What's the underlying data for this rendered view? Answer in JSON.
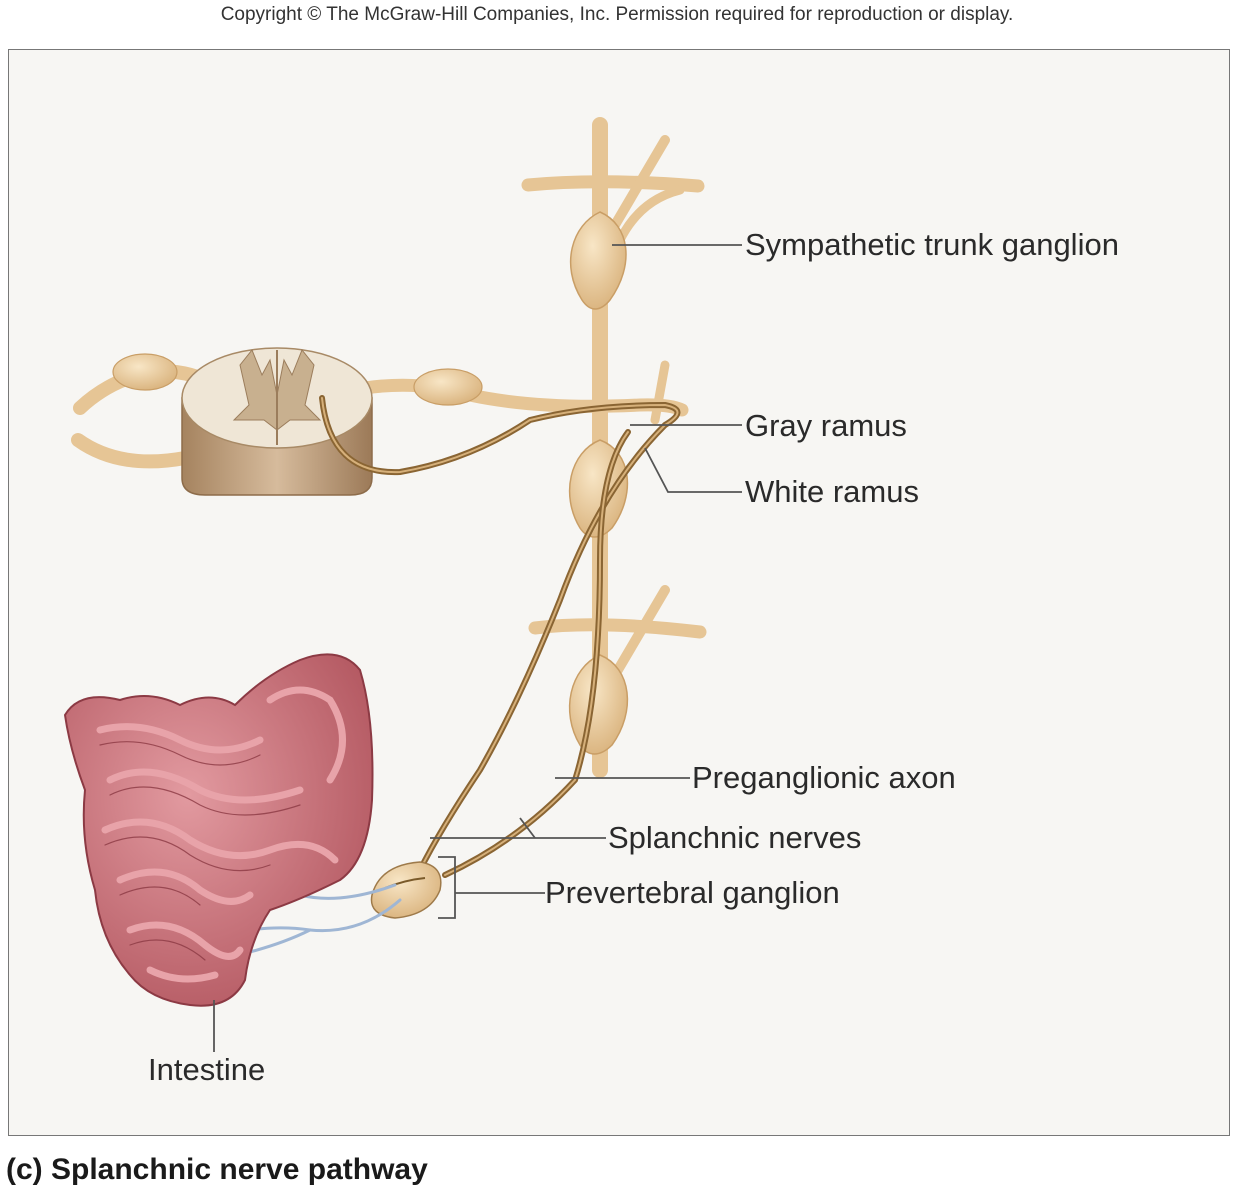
{
  "copyright": "Copyright © The McGraw-Hill Companies, Inc. Permission required for reproduction or display.",
  "caption": "(c) Splanchnic nerve pathway",
  "labels": {
    "sympathetic_trunk_ganglion": "Sympathetic trunk ganglion",
    "gray_ramus": "Gray ramus",
    "white_ramus": "White ramus",
    "preganglionic_axon": "Preganglionic axon",
    "splanchnic_nerves": "Splanchnic nerves",
    "prevertebral_ganglion": "Prevertebral ganglion",
    "intestine": "Intestine"
  },
  "colors": {
    "nerve": "#e9c99a",
    "axon": "#8a6533",
    "intestine": "#c96b73",
    "postganglionic": "#9fb6d4",
    "cord_white": "#efe6d6",
    "cord_gray": "#b99a78"
  }
}
